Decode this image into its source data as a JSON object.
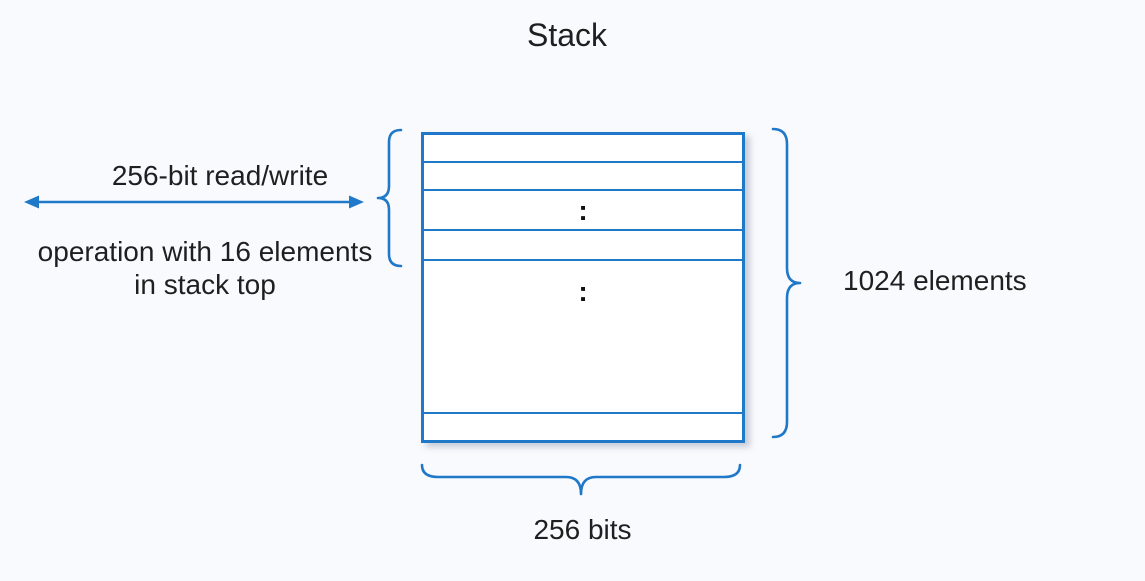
{
  "title": "Stack",
  "labels": {
    "read_write": "256-bit read/write",
    "operation_line1": "operation with 16 elements",
    "operation_line2": "in stack top",
    "elements_count": "1024 elements",
    "bits_width": "256 bits"
  },
  "stack_box": {
    "dots_upper": ":",
    "dots_lower": ":"
  },
  "colors": {
    "accent_blue": "#1f78c8",
    "text": "#1f1f1f",
    "background": "#f9fafd",
    "box_fill": "#ffffff"
  }
}
